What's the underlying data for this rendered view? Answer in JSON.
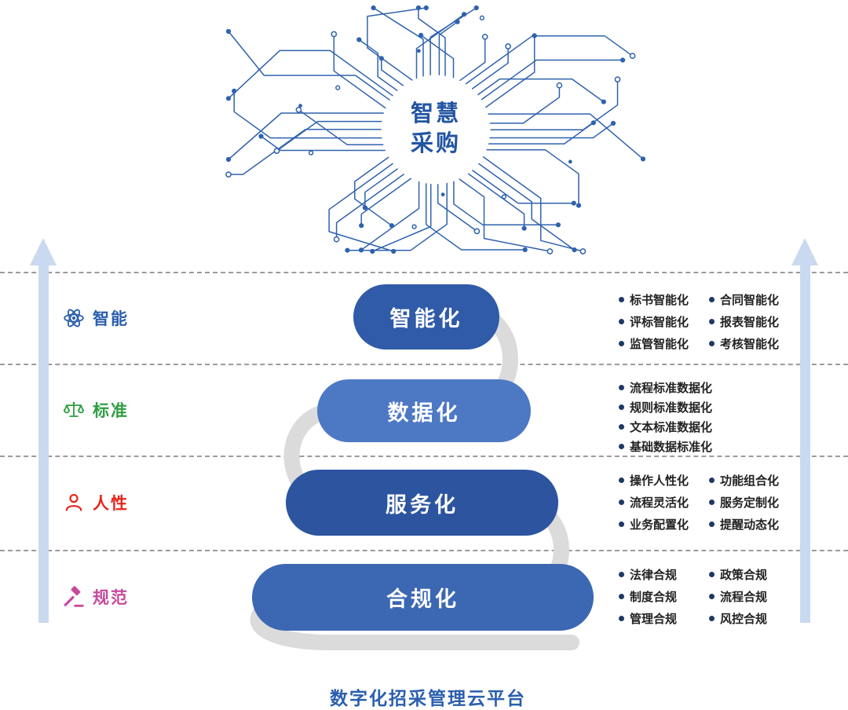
{
  "page": {
    "caption": "数字化招采管理云平台"
  },
  "hub": {
    "line1": "智慧",
    "line2": "采购"
  },
  "colors": {
    "accent_blue": "#2b5fae",
    "circuit_line": "#2f62ae",
    "snake_gray": "#dbdbdb",
    "arrow_blue": "#c9d9ef",
    "bullet_navy": "#1f3864"
  },
  "categories": [
    {
      "label": "智能",
      "color": "#2b5fae",
      "icon": "atom-icon"
    },
    {
      "label": "标准",
      "color": "#2f9e41",
      "icon": "scale-icon"
    },
    {
      "label": "人性",
      "color": "#e8231a",
      "icon": "person-icon"
    },
    {
      "label": "规范",
      "color": "#c64a9c",
      "icon": "gavel-icon"
    }
  ],
  "tiers": [
    {
      "name": "智能化",
      "color": "#2f5ba8",
      "items_col1": [
        "标书智能化",
        "评标智能化",
        "监管智能化"
      ],
      "items_col2": [
        "合同智能化",
        "报表智能化",
        "考核智能化"
      ]
    },
    {
      "name": "数据化",
      "color": "#4d78c4",
      "items_col1": [
        "流程标准数据化",
        "规则标准数据化",
        "文本标准数据化",
        "基础数据标准化"
      ],
      "items_col2": []
    },
    {
      "name": "服务化",
      "color": "#2c549f",
      "items_col1": [
        "操作人性化",
        "流程灵活化",
        "业务配置化"
      ],
      "items_col2": [
        "功能组合化",
        "服务定制化",
        "提醒动态化"
      ]
    },
    {
      "name": "合规化",
      "color": "#3b67b3",
      "items_col1": [
        "法律合规",
        "制度合规",
        "管理合规"
      ],
      "items_col2": [
        "政策合规",
        "流程合规",
        "风控合规"
      ]
    }
  ]
}
